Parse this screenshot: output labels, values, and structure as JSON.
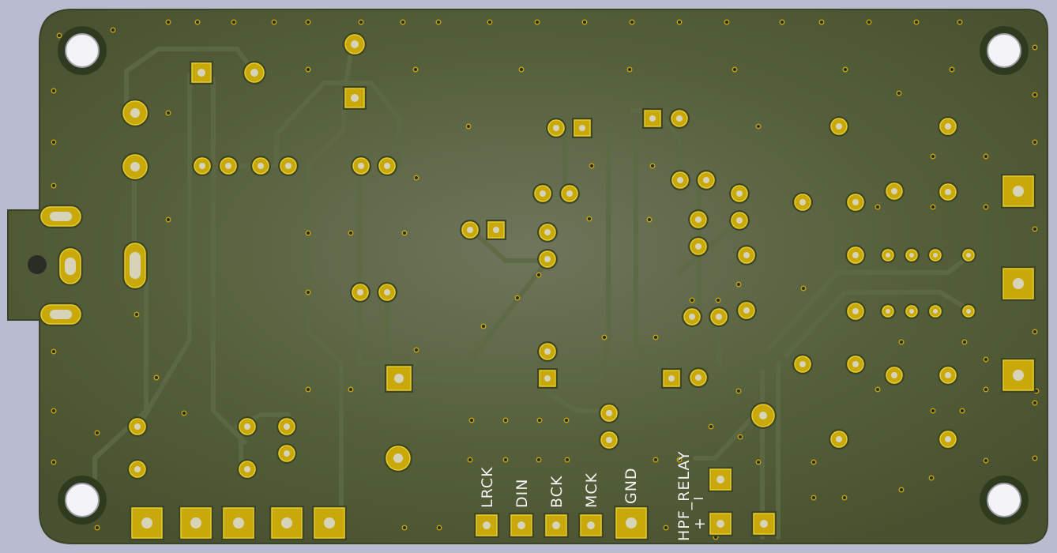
{
  "view": "PCB 3D render (bottom side)",
  "colors": {
    "background": "#b9bccf",
    "board": "#4a5232",
    "board_center": "#6d7358",
    "trace": "#566040",
    "pad": "#c9a80a",
    "pad_light": "#e8cc2a",
    "hole": "#2a2a22",
    "mount_hole": "#f4f4f8",
    "silkscreen": "#f2f2f2"
  },
  "silkscreen_labels": {
    "lrck": "LRCK",
    "din": "DIN",
    "bck": "BCK",
    "mck": "MCK",
    "gnd": "GND",
    "hpf_relay": "HPF_RELAY",
    "minus": "−",
    "plus": "+"
  }
}
